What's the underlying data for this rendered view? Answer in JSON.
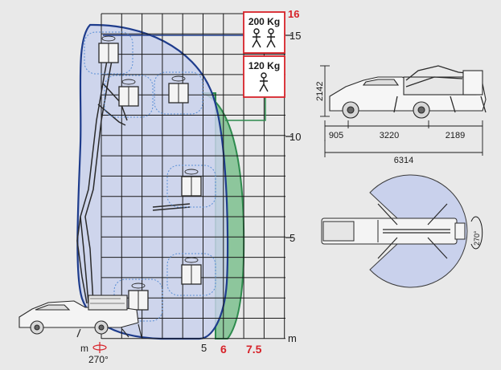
{
  "chart_data": {
    "type": "diagram",
    "y_ticks": [
      "15",
      "10",
      "5"
    ],
    "y_unit": "m",
    "x_ticks": [
      "5"
    ],
    "x_highlight_ticks": [
      "6",
      "7.5"
    ],
    "x_unit": "m",
    "top_value": "16",
    "max_height_label": "16",
    "rotation": "270°",
    "loads": [
      {
        "label": "200 Kg",
        "persons": 2
      },
      {
        "label": "120 Kg",
        "persons": 1
      }
    ],
    "dimensions": {
      "height": "2142",
      "segments": [
        "905",
        "3220",
        "2189"
      ],
      "total_length": "6314"
    },
    "top_view_rotation": "270°"
  },
  "colors": {
    "background": "#e9e9e9",
    "grid_line": "#1a1a1a",
    "envelope_200": "#1e3c8c",
    "envelope_200_fill": "#c9d1ec",
    "envelope_120": "#2e8b4e",
    "envelope_120_fill": "#7cc08e",
    "accent_red": "#d7232a",
    "panel_white": "#ffffff",
    "basket_blue": "#5a8fd6"
  }
}
